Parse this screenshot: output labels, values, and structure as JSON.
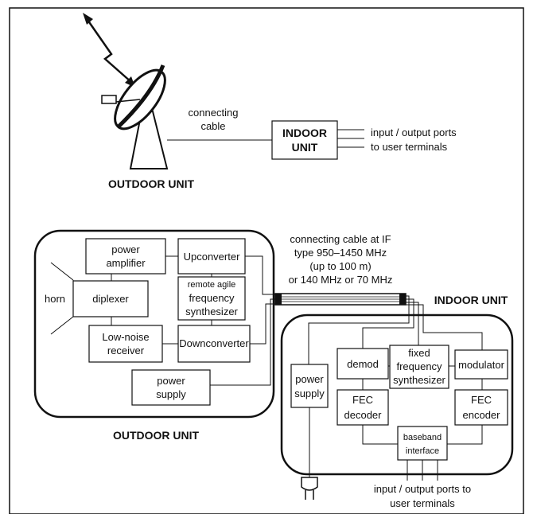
{
  "top": {
    "cable_line1": "connecting",
    "cable_line2": "cable",
    "indoor_line1": "INDOOR",
    "indoor_line2": "UNIT",
    "ports_line1": "input / output ports",
    "ports_line2": "to user terminals",
    "outdoor_label": "OUTDOOR UNIT"
  },
  "outdoor": {
    "power_amp_line1": "power",
    "power_amp_line2": "amplifier",
    "upconverter": "Upconverter",
    "agile_line1": "remote agile",
    "agile_line2": "frequency",
    "agile_line3": "synthesizer",
    "horn": "horn",
    "diplexer": "diplexer",
    "lna_line1": "Low-noise",
    "lna_line2": "receiver",
    "downconverter": "Downconverter",
    "psu_line1": "power",
    "psu_line2": "supply",
    "label": "OUTDOOR UNIT"
  },
  "cable": {
    "line1": "connecting cable at IF",
    "line2": "type 950–1450 MHz",
    "line3": "(up to 100 m)",
    "line4": "or 140 MHz or 70 MHz"
  },
  "indoor": {
    "label": "INDOOR UNIT",
    "psu_line1": "power",
    "psu_line2": "supply",
    "demod": "demod",
    "fixed_line1": "fixed",
    "fixed_line2": "frequency",
    "fixed_line3": "synthesizer",
    "modulator": "modulator",
    "fec_dec_line1": "FEC",
    "fec_dec_line2": "decoder",
    "fec_enc_line1": "FEC",
    "fec_enc_line2": "encoder",
    "baseband_line1": "baseband",
    "baseband_line2": "interface",
    "ports_line1": "input / output ports to",
    "ports_line2": "user terminals"
  }
}
